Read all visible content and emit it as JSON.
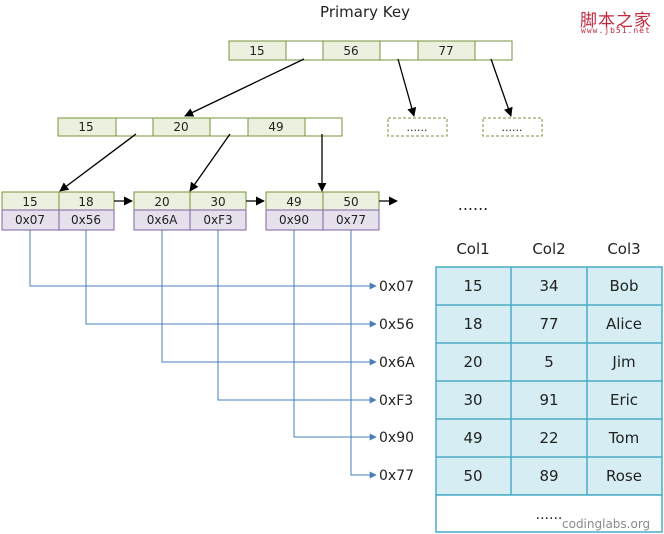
{
  "title": "Primary Key",
  "root_node": {
    "keys": [
      "15",
      "56",
      "77"
    ]
  },
  "internal_node": {
    "keys": [
      "15",
      "20",
      "49"
    ]
  },
  "placeholder_label": "......",
  "leaves": [
    {
      "keys": [
        "15",
        "18"
      ],
      "ptrs": [
        "0x07",
        "0x56"
      ]
    },
    {
      "keys": [
        "20",
        "30"
      ],
      "ptrs": [
        "0x6A",
        "0xF3"
      ]
    },
    {
      "keys": [
        "49",
        "50"
      ],
      "ptrs": [
        "0x90",
        "0x77"
      ]
    }
  ],
  "leaf_ellipsis": "......",
  "address_labels": [
    "0x07",
    "0x56",
    "0x6A",
    "0xF3",
    "0x90",
    "0x77"
  ],
  "table": {
    "headers": [
      "Col1",
      "Col2",
      "Col3"
    ],
    "rows": [
      [
        "15",
        "34",
        "Bob"
      ],
      [
        "18",
        "77",
        "Alice"
      ],
      [
        "20",
        "5",
        "Jim"
      ],
      [
        "30",
        "91",
        "Eric"
      ],
      [
        "49",
        "22",
        "Tom"
      ],
      [
        "50",
        "89",
        "Rose"
      ]
    ],
    "ellipsis": "......"
  },
  "watermarks": {
    "cn": "脚本之家",
    "url": "www.jb51.net",
    "site": "codinglabs.org"
  },
  "colors": {
    "node_fill": "#ebf1de",
    "node_border": "#77933c",
    "ptr_fill": "#e6e0ec",
    "ptr_border": "#8064a2",
    "link_line": "#4a7ebb",
    "table_fill": "#d6eef3",
    "table_border": "#4bacc6",
    "arrow": "#000000"
  }
}
